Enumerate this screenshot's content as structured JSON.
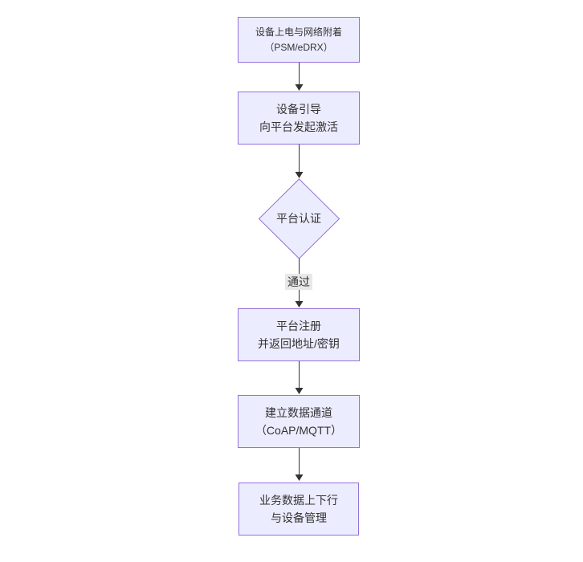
{
  "diagram": {
    "type": "flowchart",
    "direction": "top-down",
    "colors": {
      "background": "#ffffff",
      "node_fill": "#ECECFF",
      "node_border": "#9370DB",
      "edge_line": "#333333",
      "edge_label_bg": "#e8e8e8",
      "text": "#333333"
    },
    "nodes": [
      {
        "id": "A",
        "shape": "rect",
        "lines": [
          "设备上电与网络附着",
          "（PSM/eDRX）"
        ]
      },
      {
        "id": "B",
        "shape": "rect",
        "lines": [
          "设备引导",
          "向平台发起激活"
        ]
      },
      {
        "id": "C",
        "shape": "diamond",
        "lines": [
          "平台认证"
        ]
      },
      {
        "id": "D",
        "shape": "rect",
        "lines": [
          "平台注册",
          "并返回地址/密钥"
        ]
      },
      {
        "id": "E",
        "shape": "rect",
        "lines": [
          "建立数据通道",
          "（CoAP/MQTT）"
        ]
      },
      {
        "id": "F",
        "shape": "rect",
        "lines": [
          "业务数据上下行",
          "与设备管理"
        ]
      }
    ],
    "edges": [
      {
        "from": "A",
        "to": "B",
        "label": ""
      },
      {
        "from": "B",
        "to": "C",
        "label": ""
      },
      {
        "from": "C",
        "to": "D",
        "label": "通过"
      },
      {
        "from": "D",
        "to": "E",
        "label": ""
      },
      {
        "from": "E",
        "to": "F",
        "label": ""
      }
    ]
  }
}
